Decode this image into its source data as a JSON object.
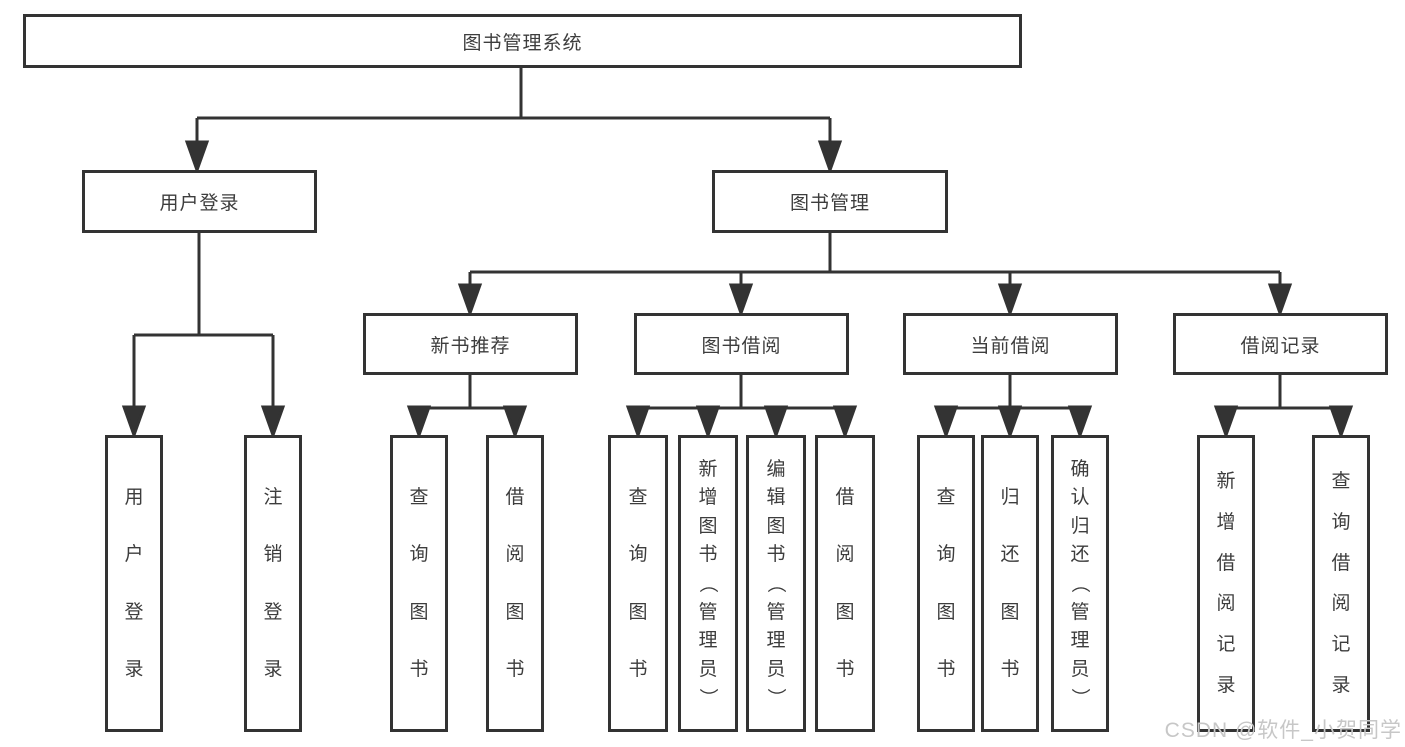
{
  "root": {
    "label": "图书管理系统"
  },
  "branches": [
    {
      "label": "用户登录",
      "leaves": [
        {
          "label": "用户登录"
        },
        {
          "label": "注销登录"
        }
      ]
    },
    {
      "label": "图书管理",
      "groups": [
        {
          "label": "新书推荐",
          "leaves": [
            {
              "label": "查询图书"
            },
            {
              "label": "借阅图书"
            }
          ]
        },
        {
          "label": "图书借阅",
          "leaves": [
            {
              "label": "查询图书"
            },
            {
              "label": "新增图书（管理员）"
            },
            {
              "label": "编辑图书（管理员）"
            },
            {
              "label": "借阅图书"
            }
          ]
        },
        {
          "label": "当前借阅",
          "leaves": [
            {
              "label": "查询图书"
            },
            {
              "label": "归还图书"
            },
            {
              "label": "确认归还（管理员）"
            }
          ]
        },
        {
          "label": "借阅记录",
          "leaves": [
            {
              "label": "新增借阅记录"
            },
            {
              "label": "查询借阅记录"
            }
          ]
        }
      ]
    }
  ],
  "watermark": "CSDN @软件_小贺同学",
  "colors": {
    "line": "#333333",
    "text": "#3d3d3d",
    "watermark": "#c7c7c7",
    "background": "#ffffff"
  }
}
